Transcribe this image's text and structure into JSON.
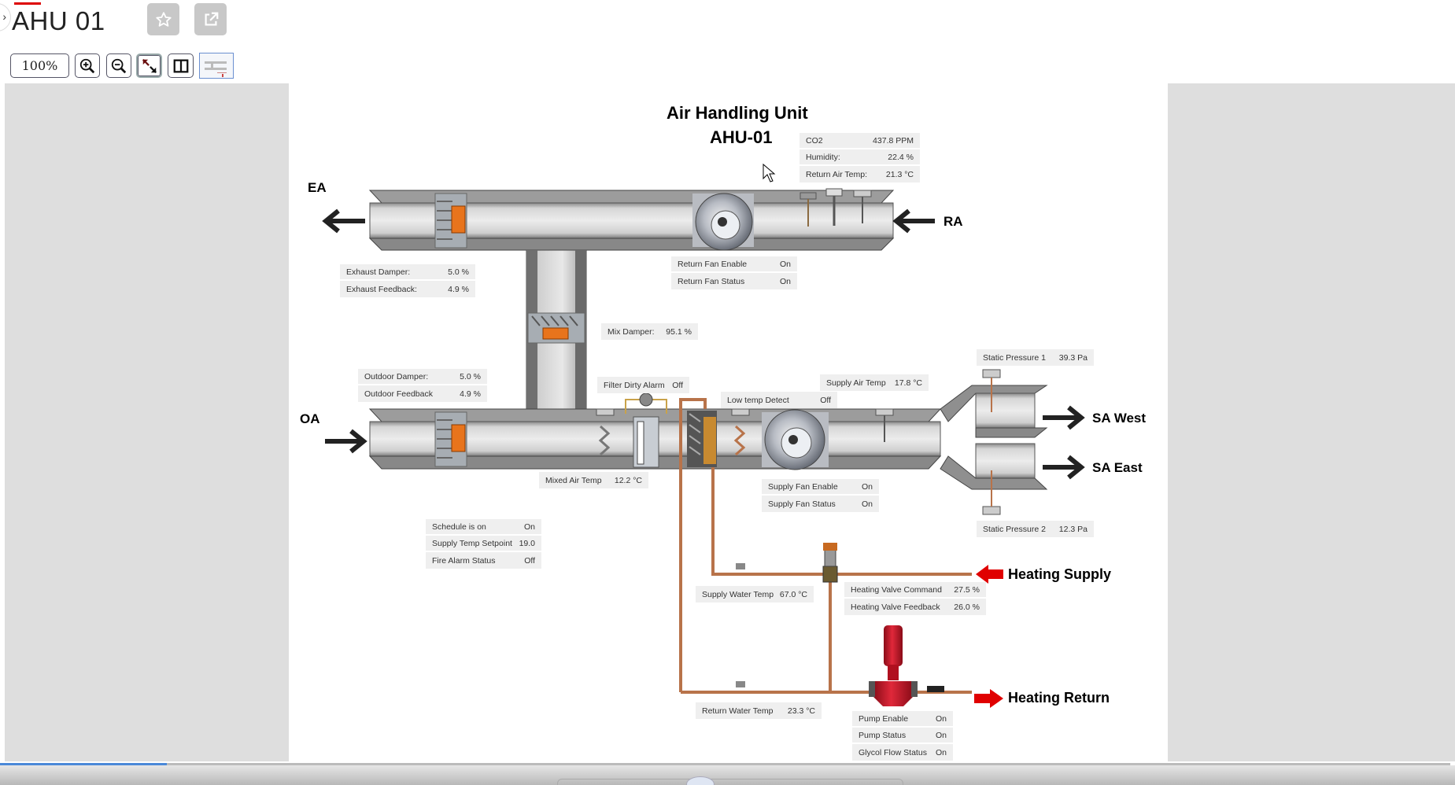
{
  "header": {
    "title": "AHU 01",
    "favorite_icon": "star-icon",
    "open_external_icon": "external-link-icon"
  },
  "toolbar": {
    "zoom_level": "100%",
    "zoom_in_icon": "zoom-in-icon",
    "zoom_out_icon": "zoom-out-icon",
    "fit_icon": "expand-icon",
    "split_icon": "split-view-icon",
    "thumbnail": "diagram-thumbnail"
  },
  "diagram": {
    "title_line1": "Air Handling Unit",
    "title_line2": "AHU-01",
    "labels": {
      "ea": "EA",
      "ra": "RA",
      "oa": "OA",
      "sa_west": "SA West",
      "sa_east": "SA East",
      "heating_supply": "Heating Supply",
      "heating_return": "Heating Return"
    },
    "return_air": [
      {
        "label": "CO2",
        "value": "437.8 PPM"
      },
      {
        "label": "Humidity:",
        "value": "22.4 %"
      },
      {
        "label": "Return Air Temp:",
        "value": "21.3 °C"
      }
    ],
    "exhaust": [
      {
        "label": "Exhaust Damper:",
        "value": "5.0 %"
      },
      {
        "label": "Exhaust Feedback:",
        "value": "4.9 %"
      }
    ],
    "return_fan": [
      {
        "label": "Return Fan Enable",
        "value": "On"
      },
      {
        "label": "Return Fan Status",
        "value": "On"
      }
    ],
    "mix_damper": [
      {
        "label": "Mix Damper:",
        "value": "95.1 %"
      }
    ],
    "outdoor": [
      {
        "label": "Outdoor Damper:",
        "value": "5.0 %"
      },
      {
        "label": "Outdoor Feedback",
        "value": "4.9 %"
      }
    ],
    "filter": [
      {
        "label": "Filter Dirty Alarm",
        "value": "Off"
      }
    ],
    "low_temp": [
      {
        "label": "Low temp Detect",
        "value": "Off"
      }
    ],
    "supply_air_temp": [
      {
        "label": "Supply Air Temp",
        "value": "17.8 °C"
      }
    ],
    "static_pressure_1": [
      {
        "label": "Static Pressure 1",
        "value": "39.3 Pa"
      }
    ],
    "static_pressure_2": [
      {
        "label": "Static Pressure 2",
        "value": "12.3 Pa"
      }
    ],
    "mixed_air_temp": [
      {
        "label": "Mixed Air Temp",
        "value": "12.2 °C"
      }
    ],
    "supply_fan": [
      {
        "label": "Supply Fan Enable",
        "value": "On"
      },
      {
        "label": "Supply Fan Status",
        "value": "On"
      }
    ],
    "schedule": [
      {
        "label": "Schedule is on",
        "value": "On"
      },
      {
        "label": "Supply Temp Setpoint",
        "value": "19.0"
      },
      {
        "label": "Fire Alarm Status",
        "value": "Off"
      }
    ],
    "supply_water_temp": [
      {
        "label": "Supply Water Temp",
        "value": "67.0 °C"
      }
    ],
    "heating_valve": [
      {
        "label": "Heating Valve Command",
        "value": "27.5 %"
      },
      {
        "label": "Heating Valve Feedback",
        "value": "26.0 %"
      }
    ],
    "return_water_temp": [
      {
        "label": "Return Water Temp",
        "value": "23.3 °C"
      }
    ],
    "pump": [
      {
        "label": "Pump Enable",
        "value": "On"
      },
      {
        "label": "Pump Status",
        "value": "On"
      },
      {
        "label": "Glycol Flow Status",
        "value": "On"
      }
    ]
  },
  "colors": {
    "accent": "#dd0000",
    "pipe": "#b8734a",
    "pump": "#c8102e",
    "arrow_red": "#e00000",
    "damper_actuator": "#e8741c"
  },
  "viewer": {
    "load_progress": 0.115
  }
}
